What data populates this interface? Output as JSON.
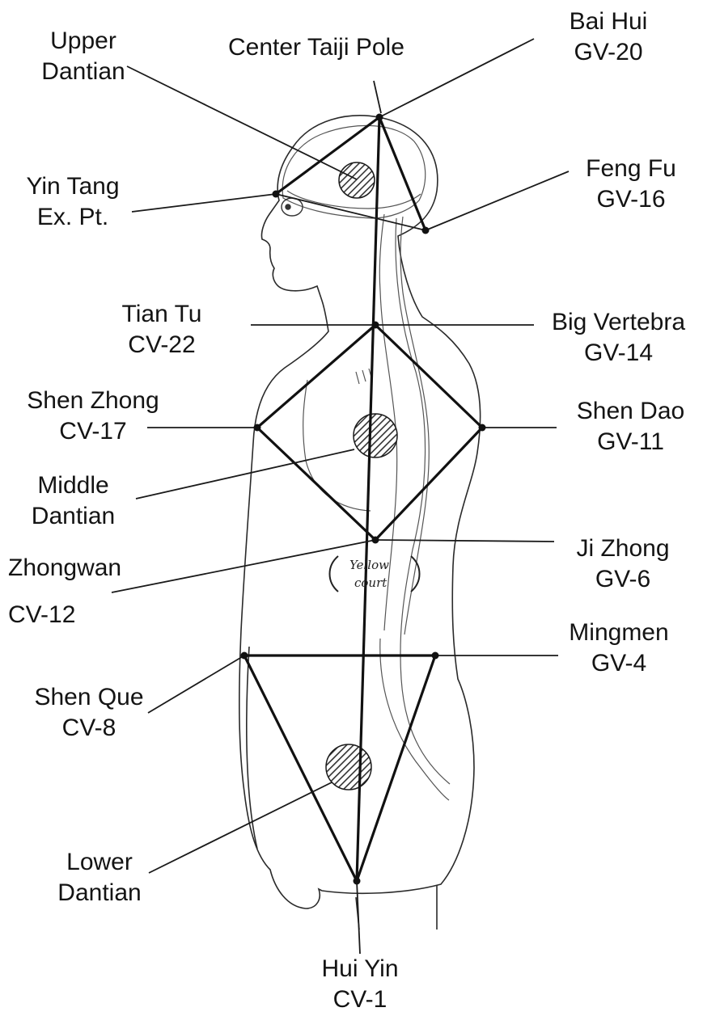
{
  "labels": {
    "upper_dantian": [
      "Upper",
      "Dantian"
    ],
    "center_pole": [
      "Center Taiji Pole"
    ],
    "bai_hui": [
      "Bai Hui",
      "GV-20"
    ],
    "yin_tang": [
      "Yin Tang",
      "Ex. Pt."
    ],
    "feng_fu": [
      "Feng Fu",
      "GV-16"
    ],
    "tian_tu": [
      "Tian Tu",
      "CV-22"
    ],
    "big_vertebra": [
      "Big Vertebra",
      "GV-14"
    ],
    "shen_zhong": [
      "Shen Zhong",
      "CV-17"
    ],
    "shen_dao": [
      "Shen Dao",
      "GV-11"
    ],
    "middle_dantian": [
      "Middle",
      "Dantian"
    ],
    "zhongwan": [
      "Zhongwan",
      "CV-12"
    ],
    "ji_zhong": [
      "Ji Zhong",
      "GV-6"
    ],
    "mingmen": [
      "Mingmen",
      "GV-4"
    ],
    "shen_que": [
      "Shen Que",
      "CV-8"
    ],
    "lower_dantian": [
      "Lower",
      "Dantian"
    ],
    "hui_yin": [
      "Hui Yin",
      "CV-1"
    ]
  },
  "annotation": [
    "Yellow",
    "court"
  ],
  "colors": {
    "ink": "#1a1a1a",
    "background": "#ffffff",
    "hatch": "#333333"
  }
}
